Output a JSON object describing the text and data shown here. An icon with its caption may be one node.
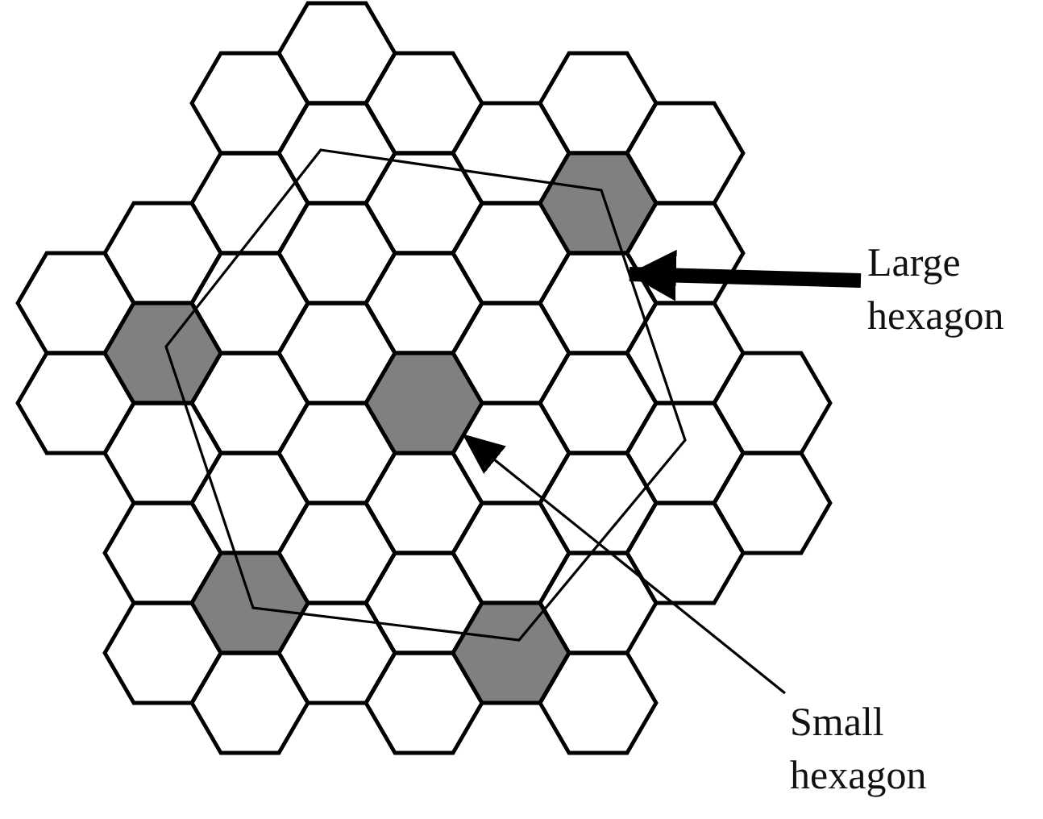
{
  "diagram": {
    "nodes": [
      {
        "text": [
          "Large hexagon"
        ]
      },
      {
        "text": [],
        "shape": "hexagon"
      },
      {
        "text": [
          "Small hexagon"
        ]
      },
      {
        "text": [],
        "shape": "hexagon",
        "in": 1
      }
    ],
    "edges": [
      {
        "from": 0,
        "to": 1,
        "arrow": "to",
        "style": "thick"
      },
      {
        "from": 2,
        "to": 3,
        "arrow": "to"
      }
    ]
  }
}
